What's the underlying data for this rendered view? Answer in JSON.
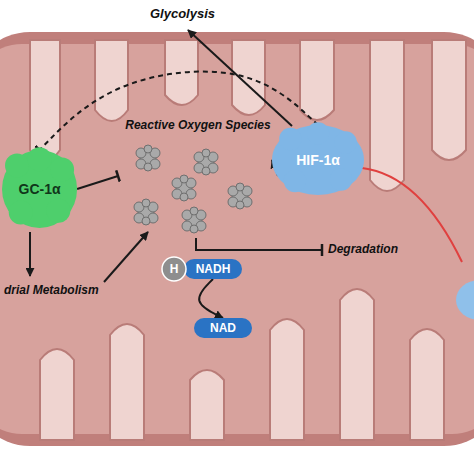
{
  "diagram": {
    "nodes": [
      {
        "text": [
          "GC-1α"
        ]
      },
      {
        "text": [
          "Reactive Oxygen Species"
        ]
      },
      {
        "text": [
          "HIF-1α"
        ]
      },
      {
        "text": [
          "H"
        ]
      },
      {
        "text": [
          "NADH"
        ]
      },
      {
        "text": [
          "NAD"
        ]
      }
    ],
    "edges": [
      {
        "from": 0,
        "to": 1,
        "arrow": "to"
      },
      {
        "from": 1,
        "to": 2,
        "arrow": "to"
      },
      {
        "from": 2,
        "to": 0,
        "arrow": "to"
      },
      {
        "from": 4,
        "to": 5,
        "arrow": "to"
      }
    ],
    "labels": [
      "Glycolysis",
      "drial Metabolism",
      "Degradation"
    ]
  }
}
